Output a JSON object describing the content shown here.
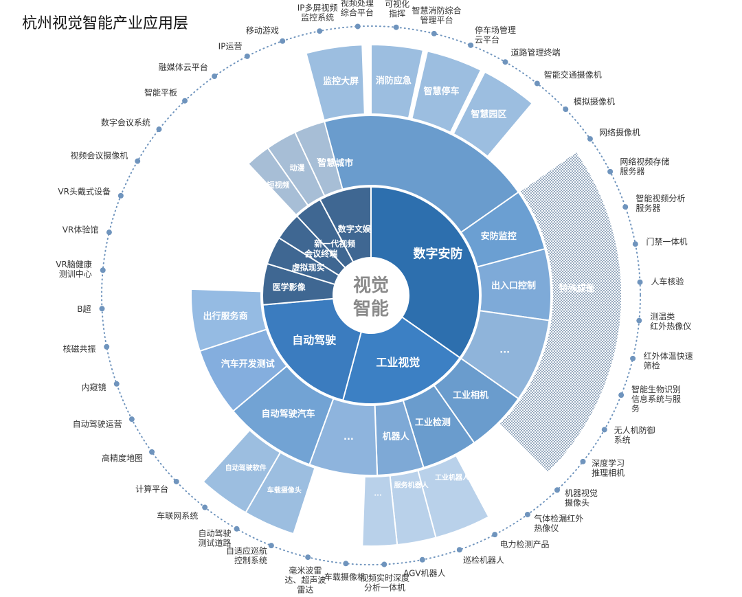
{
  "title": "杭州视觉智能产业应用层",
  "center": {
    "line1": "视觉",
    "line2": "智能"
  },
  "colors": {
    "ring1": "#2d6fae",
    "ring1_dark": "#3f6792",
    "ring2": "#6a9ccd",
    "ring3": "#9cbee0",
    "ring3_light": "#b9d1ea",
    "dots": "#6f94bd",
    "hatch": "#4e6f94"
  },
  "inner": [
    {
      "name": "数字安防"
    },
    {
      "name": "工业视觉"
    },
    {
      "name": "自动驾驶"
    },
    {
      "name": "医学影像"
    },
    {
      "name": "虚拟现实"
    },
    {
      "name": "会议终端"
    },
    {
      "name": "新一代视频"
    },
    {
      "name": "数字文娱"
    }
  ],
  "middle": [
    {
      "name": "智慧城市"
    },
    {
      "name": "安防监控"
    },
    {
      "name": "出入口控制"
    },
    {
      "name": "..."
    },
    {
      "name": "工业相机"
    },
    {
      "name": "工业检测"
    },
    {
      "name": "机器人"
    },
    {
      "name": "..."
    },
    {
      "name": "自动驾驶汽车"
    },
    {
      "name": "汽车开发测试"
    },
    {
      "name": "出行服务商"
    },
    {
      "name": "动漫"
    },
    {
      "name": "..."
    },
    {
      "name": "短视频"
    }
  ],
  "outer": [
    {
      "name": "监控大屏"
    },
    {
      "name": "消防应急"
    },
    {
      "name": "智慧停车"
    },
    {
      "name": "智慧园区"
    },
    {
      "name": "特殊成像"
    },
    {
      "name": "工业机器人"
    },
    {
      "name": "服务机器人"
    },
    {
      "name": "..."
    },
    {
      "name": "车载摄像头"
    },
    {
      "name": "自动驾驶软件"
    }
  ],
  "perimeter": [
    {
      "text": "IP多屏视频\n监控系统"
    },
    {
      "text": "视频处理\n综合平台"
    },
    {
      "text": "可视化\n指挥"
    },
    {
      "text": "智慧消防综合\n管理平台"
    },
    {
      "text": "停车场管理\n云平台"
    },
    {
      "text": "道路管理终端"
    },
    {
      "text": "智能交通摄像机"
    },
    {
      "text": "模拟摄像机"
    },
    {
      "text": "网络摄像机"
    },
    {
      "text": "网络视频存储\n服务器"
    },
    {
      "text": "智能视频分析\n服务器"
    },
    {
      "text": "门禁一体机"
    },
    {
      "text": "人车核验"
    },
    {
      "text": "测温类\n红外热像仪"
    },
    {
      "text": "红外体温快速\n筛检"
    },
    {
      "text": "智能生物识别\n信息系统与服\n务"
    },
    {
      "text": "无人机防御\n系统"
    },
    {
      "text": "深度学习\n推理相机"
    },
    {
      "text": "机器视觉\n摄像头"
    },
    {
      "text": "气体检漏红外\n热像仪"
    },
    {
      "text": "电力检测产品"
    },
    {
      "text": "巡检机器人"
    },
    {
      "text": "AGV机器人"
    },
    {
      "text": "视频实时深度\n分析一体机"
    },
    {
      "text": "车载摄像机"
    },
    {
      "text": "毫米波雷\n达、超声波\n雷达"
    },
    {
      "text": "自适应巡航\n控制系统"
    },
    {
      "text": "自动驾驶\n测试道路"
    },
    {
      "text": "车联网系统"
    },
    {
      "text": "计算平台"
    },
    {
      "text": "高精度地图"
    },
    {
      "text": "自动驾驶运营"
    },
    {
      "text": "内窥镜"
    },
    {
      "text": "核磁共振"
    },
    {
      "text": "B超"
    },
    {
      "text": "VR脑健康\n测训中心"
    },
    {
      "text": "VR体验馆"
    },
    {
      "text": "VR头戴式设备"
    },
    {
      "text": "视频会议摄像机"
    },
    {
      "text": "数字会议系统"
    },
    {
      "text": "智能平板"
    },
    {
      "text": "融媒体云平台"
    },
    {
      "text": "IP运营"
    },
    {
      "text": "移动游戏"
    }
  ]
}
